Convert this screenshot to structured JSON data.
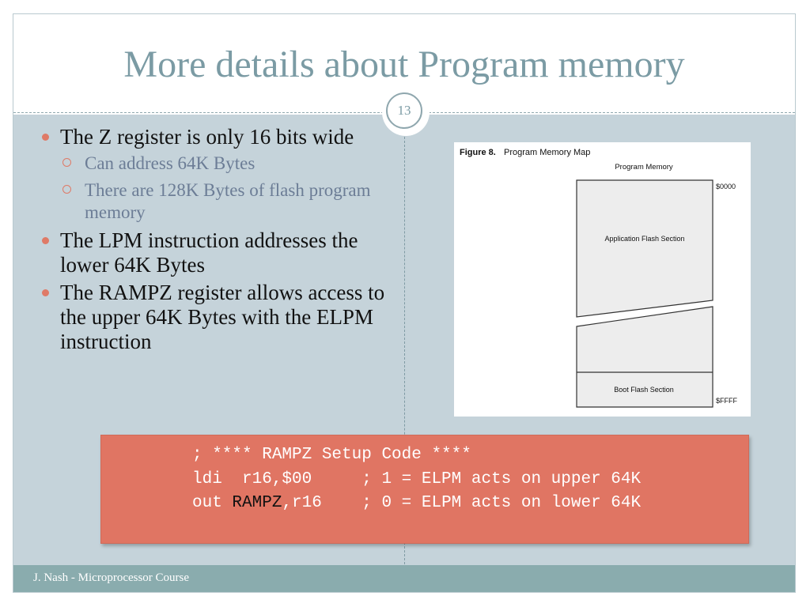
{
  "title": "More details about Program memory",
  "slide_number": "13",
  "footer": "J. Nash - Microprocessor Course",
  "bullets": [
    {
      "text": "The Z register is only 16 bits wide",
      "sub": [
        "Can address 64K Bytes",
        "There are 128K Bytes of flash program memory"
      ]
    },
    {
      "text": "The LPM instruction addresses the lower 64K Bytes"
    },
    {
      "text": "The RAMPZ register allows access to the upper 64K Bytes with the ELPM instruction"
    }
  ],
  "figure": {
    "caption_bold": "Figure 8.",
    "caption": "Program Memory Map",
    "header": "Program Memory",
    "start_addr": "$0000",
    "end_addr": "$FFFF",
    "app_section": "Application Flash Section",
    "boot_section": "Boot Flash Section"
  },
  "code": {
    "line1": "; **** RAMPZ Setup Code ****",
    "line2": "ldi  r16,$00     ; 1 = ELPM acts on upper 64K",
    "line3_prefix": "out ",
    "line3_dark": "RAMPZ",
    "line3_suffix": ",r16    ; 0 = ELPM acts on lower 64K"
  },
  "colors": {
    "title": "#7b9ba4",
    "content_bg": "#c5d3da",
    "bullet": "#df7a67",
    "sub_text": "#6c7d96",
    "code_box": "#e07563",
    "footer_bg": "#8aacae"
  }
}
